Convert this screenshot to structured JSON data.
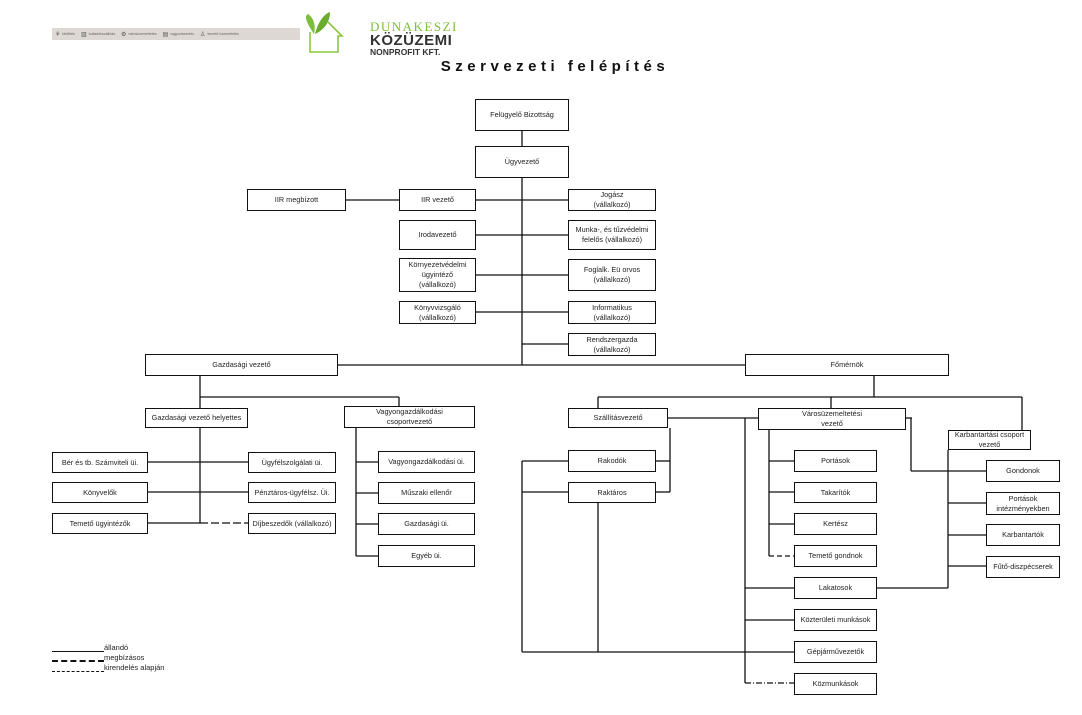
{
  "header": {
    "nav_items": [
      {
        "icon": "tree-icon",
        "label": "távfűtés"
      },
      {
        "icon": "grave-icon",
        "label": "hulladékszállítás"
      },
      {
        "icon": "gear-icon",
        "label": "városüzemeltetés"
      },
      {
        "icon": "building-icon",
        "label": "vagyonkezelés"
      },
      {
        "icon": "candle-icon",
        "label": "temető üzemeltetés"
      }
    ],
    "logo": {
      "line1": "DUNAKESZI",
      "line2": "KÖZÜZEMI",
      "line3": "NONPROFIT KFT."
    },
    "brand_color": "#7bbf3a"
  },
  "page_title": "Szervezeti felépítés",
  "org": {
    "felugyelo": "Felügyelő Bizottság",
    "ugyvezeto": "Ügyvezető",
    "iir_megbizott": "IIR megbízott",
    "iir_vezeto": "IIR vezető",
    "irodavezeto": "Irodavezető",
    "kornyezetvedelmi": "Környezetvédelmi\nügyintéző\n(vállalkozó)",
    "konyvvizsgalo": "Könyvvizsgáló\n(vállalkozó)",
    "jogasz": "Jogász\n(vállalkozó)",
    "munkavedelmi": "Munka-, és tűzvédelmi\nfelelős (vállalkozó)",
    "orvos": "Foglalk. Eü orvos\n(vállalkozó)",
    "informatikus": "Informatikus\n(vállalkozó)",
    "rendszergazda": "Rendszergazda\n(vállalkozó)",
    "gazdasagi_vezeto": "Gazdasági vezető",
    "fomernok": "Főmérnök",
    "gazd_helyettes": "Gazdasági vezető helyettes",
    "vagyon_csoportvezeto": "Vagyongazdálkodási\ncsoportvezető",
    "ber_szamviteli": "Bér és tb. Számviteli üi.",
    "konyvelok": "Könyvelők",
    "temeto_ugyintezok": "Temető ügyintézők",
    "ugyfelszolgalati": "Ügyfélszolgálati üi.",
    "penztaros": "Pénztáros-ügyfélsz. Üi.",
    "dijbeszedok": "Díjbeszedők (vállalkozó)",
    "vagyon_ui": "Vagyongazdálkodási üi.",
    "muszaki_ellenor": "Műszaki ellenőr",
    "gazdasagi_ui": "Gazdasági üi.",
    "egyeb_ui": "Egyéb üi.",
    "szallitasvezeto": "Szállításvezető",
    "varosuzem_vezeto": "Városüzemeltetési\nvezető",
    "karbantartasi_vezeto": "Karbantartási csoport vezető",
    "rakodok": "Rakodók",
    "raktaros": "Raktáros",
    "portasok": "Portások",
    "takaritok": "Takarítók",
    "kertesz": "Kertész",
    "temeto_gondnok": "Temető gondnok",
    "lakatosok": "Lakatosok",
    "kozteruleti": "Közterületi munkások",
    "gepjarmuvezetok": "Gépjárművezetők",
    "kozmunkasok": "Közmunkások",
    "gondonok": "Gondonok",
    "portasok_int": "Portások\nintézményekben",
    "karbantartok": "Karbantartók",
    "futo": "Fűtő-diszpécserek"
  },
  "legend": [
    {
      "style": "solid",
      "label": "állandó"
    },
    {
      "style": "dashed",
      "label": "megbízásos"
    },
    {
      "style": "dashdot",
      "label": "kirendelés alapján"
    }
  ]
}
